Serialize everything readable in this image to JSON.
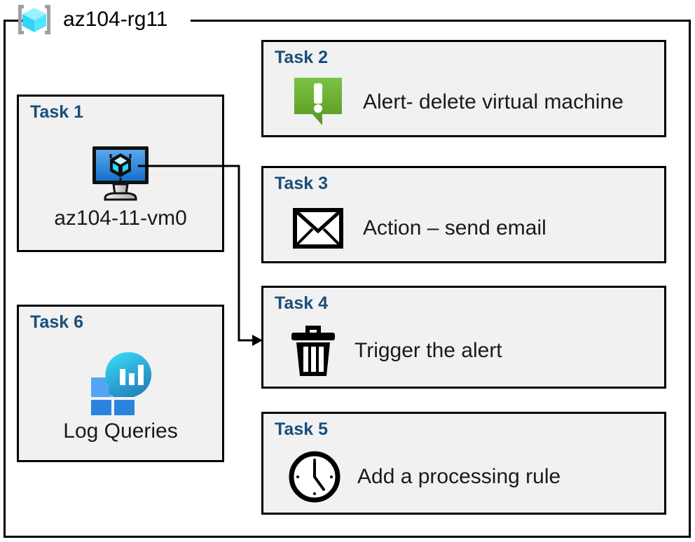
{
  "resource_group": {
    "name": "az104-rg11",
    "icon": "azure-resource-group-icon"
  },
  "colors": {
    "task_label": "#1A4E7A",
    "box_fill": "#F1F1F1",
    "box_border": "#000000",
    "alert_green_light": "#7AC143",
    "alert_green_dark": "#5B9A28",
    "vm_screen_light": "#5BA7ED",
    "vm_screen_dark": "#1A75D1",
    "rg_icon_cyan": "#50E6FF",
    "rg_icon_bracket": "#A0A0A0",
    "log_cyan": "#32D4F5",
    "log_blue": "#2E8FD8",
    "icon_black": "#000000"
  },
  "tasks": [
    {
      "id": "task-1",
      "label": "Task 1",
      "caption": "az104-11-vm0",
      "icon": "virtual-machine-icon",
      "column": "left"
    },
    {
      "id": "task-2",
      "label": "Task 2",
      "caption": "Alert- delete virtual machine",
      "icon": "alert-bubble-icon",
      "column": "right"
    },
    {
      "id": "task-3",
      "label": "Task 3",
      "caption": "Action – send email",
      "icon": "envelope-icon",
      "column": "right"
    },
    {
      "id": "task-4",
      "label": "Task 4",
      "caption": "Trigger the alert",
      "icon": "trash-icon",
      "column": "right"
    },
    {
      "id": "task-5",
      "label": "Task 5",
      "caption": "Add a processing rule",
      "icon": "clock-icon",
      "column": "right"
    },
    {
      "id": "task-6",
      "label": "Task 6",
      "caption": "Log Queries",
      "icon": "log-analytics-icon",
      "column": "left"
    }
  ],
  "connector": {
    "from": "task-1-vm-icon",
    "to": "task-4-box",
    "arrow": "arrowhead-right"
  }
}
